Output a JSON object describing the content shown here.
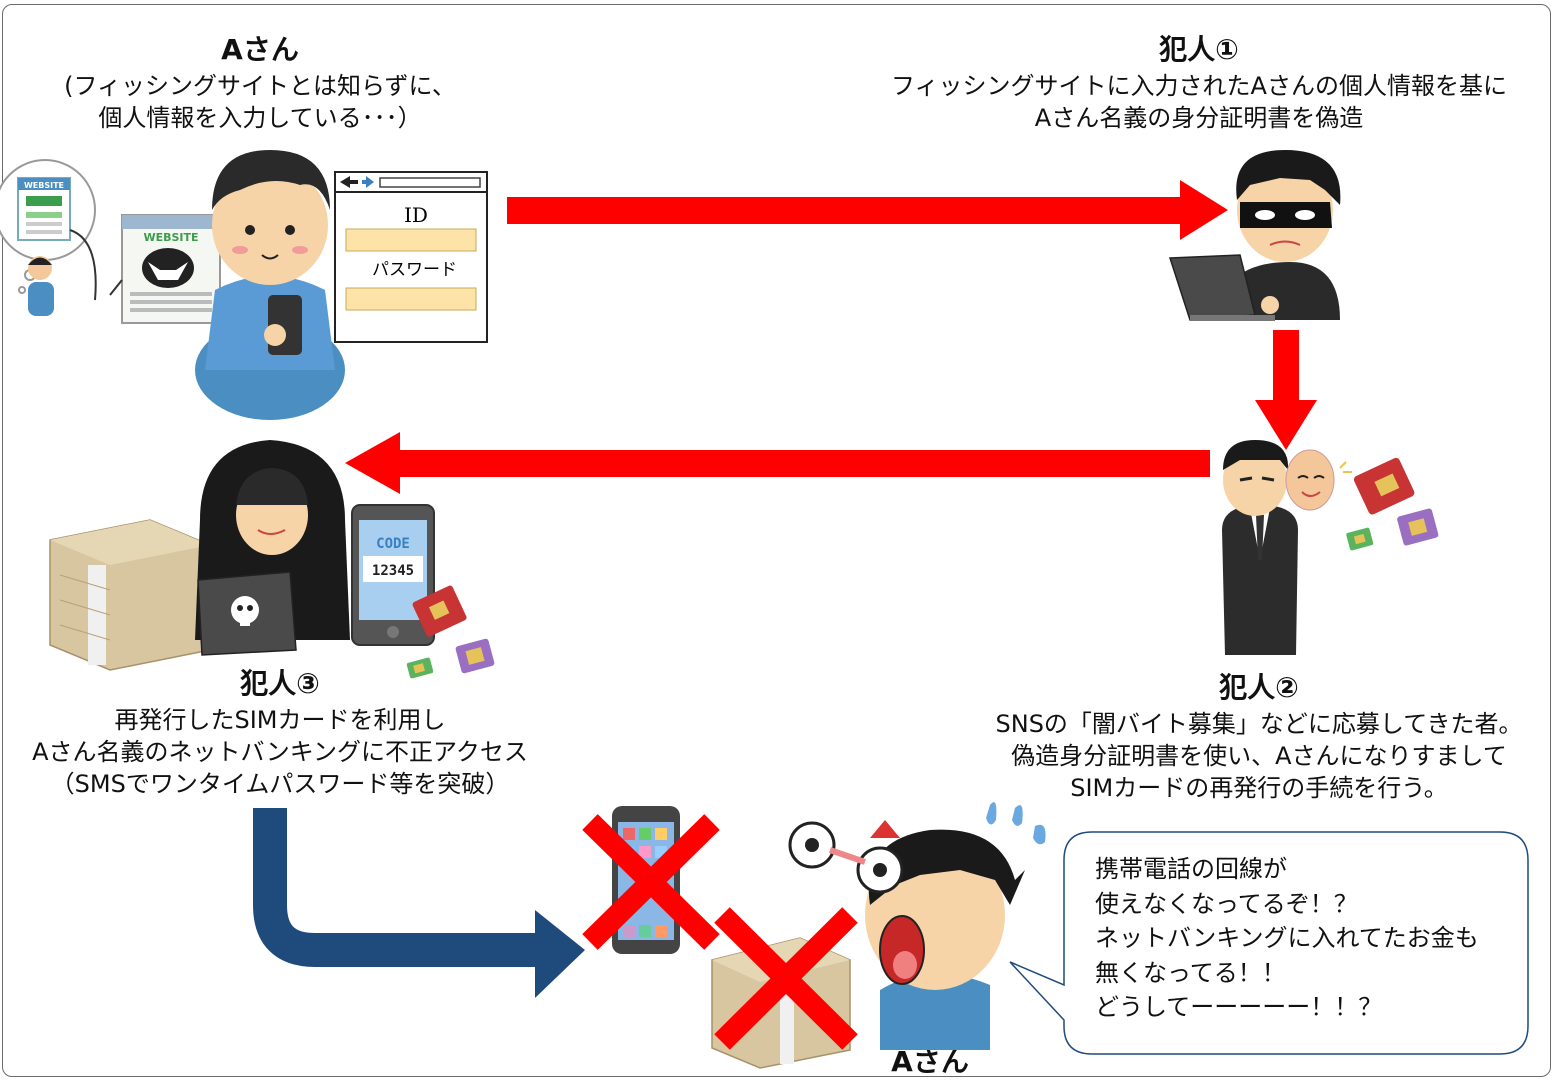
{
  "victim_top": {
    "title": "Aさん",
    "lines": [
      "(フィッシングサイトとは知らずに、",
      "個人情報を入力している･･･）"
    ]
  },
  "login_form": {
    "id_label": "ID",
    "password_label": "パスワード"
  },
  "phishing_thought": {
    "website_label": "WEBSITE"
  },
  "phishing_site": {
    "website_label": "WEBSITE"
  },
  "criminal1": {
    "title": "犯人①",
    "lines": [
      "フィッシングサイトに入力されたAさんの個人情報を基に",
      "Aさん名義の身分証明書を偽造"
    ]
  },
  "criminal2": {
    "title": "犯人②",
    "lines": [
      "SNSの「闇バイト募集」などに応募してきた者。",
      "偽造身分証明書を使い、Aさんになりすまして",
      "SIMカードの再発行の手続を行う。"
    ]
  },
  "criminal3": {
    "title": "犯人③",
    "lines": [
      "再発行したSIMカードを利用し",
      "Aさん名義のネットバンキングに不正アクセス",
      "（SMSでワンタイムパスワード等を突破）"
    ]
  },
  "code_phone": {
    "code_label": "CODE",
    "code_value": "12345"
  },
  "victim_bottom": {
    "title": "Aさん",
    "speech_lines": [
      "携帯電話の回線が",
      "使えなくなってるぞ！？",
      "ネットバンキングに入れてたお金も",
      "無くなってる！！",
      "どうしてーーーーー！！？"
    ]
  },
  "colors": {
    "flow_arrow": "#ff0000",
    "final_arrow": "#1f4a7c",
    "cross_mark": "#ff0000",
    "frame_border": "#6b6b6b"
  }
}
